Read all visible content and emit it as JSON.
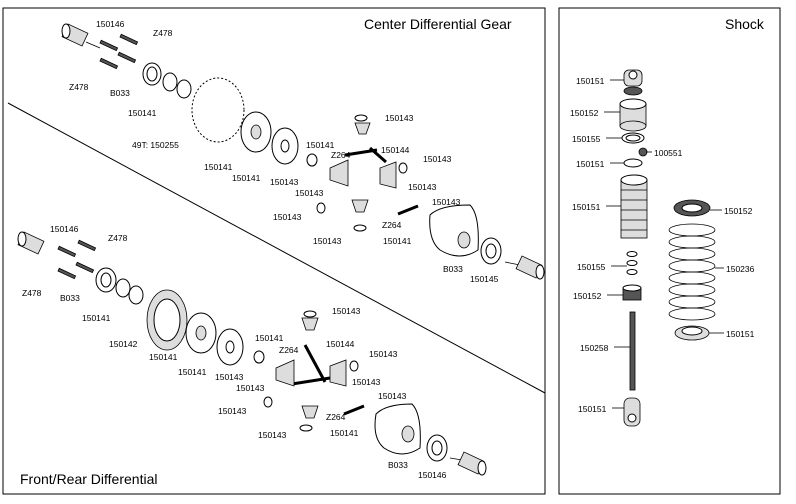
{
  "panels": {
    "center_title": "Center Differential Gear",
    "front_rear_title": "Front/Rear Differential",
    "shock_title": "Shock"
  },
  "center": {
    "l_150146": "150146",
    "l_z478a": "Z478",
    "l_z478b": "Z478",
    "l_b033a": "B033",
    "l_150141a": "150141",
    "l_49t": "49T: 150255",
    "l_150141b": "150141",
    "l_150143a": "150143",
    "l_150141c": "150141",
    "l_z264": "Z264",
    "l_150144": "150144",
    "l_150143b": "150143",
    "l_150143c": "150143",
    "l_150143d": "150143",
    "l_150143e": "150143",
    "l_150143f": "150143",
    "l_150143g": "150143",
    "l_150143h": "150143",
    "l_z264b": "Z264",
    "l_150141d": "150141",
    "l_b033b": "B033",
    "l_150145": "150145"
  },
  "front": {
    "l_150146a": "150146",
    "l_z478a": "Z478",
    "l_z478b": "Z478",
    "l_b033a": "B033",
    "l_150141a": "150141",
    "l_150142": "150142",
    "l_150141b": "150141",
    "l_150141c": "150141",
    "l_150143a": "150143",
    "l_150141d": "150141",
    "l_z264": "Z264",
    "l_150144": "150144",
    "l_150143b": "150143",
    "l_150143c": "150143",
    "l_150143d": "150143",
    "l_150143e": "150143",
    "l_150143f": "150143",
    "l_150143g": "150143",
    "l_150143h": "150143",
    "l_z264b": "Z264",
    "l_150141e": "150141",
    "l_b033b": "B033",
    "l_150146b": "150146"
  },
  "shock": {
    "l_150151a": "150151",
    "l_150152a": "150152",
    "l_150155a": "150155",
    "l_100551": "100551",
    "l_150151b": "150151",
    "l_150151c": "150151",
    "l_150152b": "150152",
    "l_150155b": "150155",
    "l_150236": "150236",
    "l_150152c": "150152",
    "l_150151d": "150151",
    "l_150258": "150258",
    "l_150151e": "150151"
  }
}
